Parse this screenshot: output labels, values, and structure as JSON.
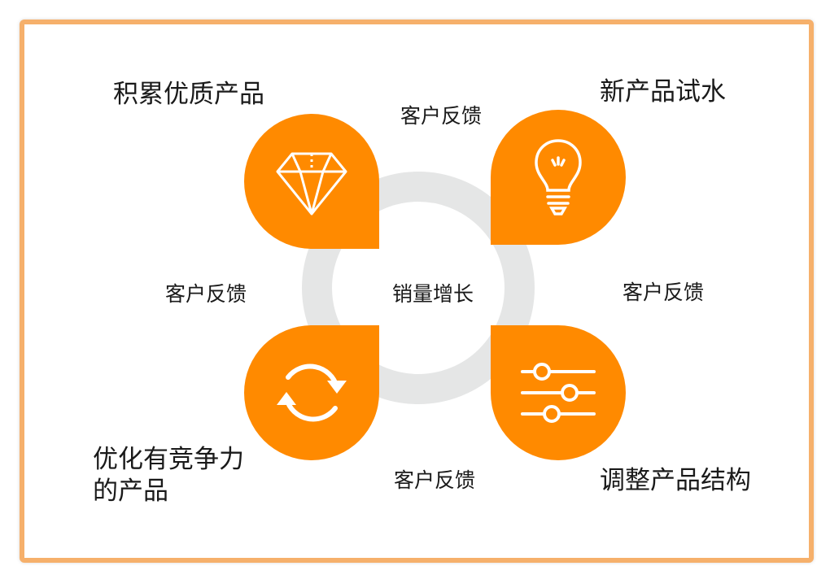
{
  "center_label": "销量增长",
  "feedback_label": "客户反馈",
  "stages": {
    "top_left": "积累优质产品",
    "top_right": "新产品试水",
    "bottom_left_line1": "优化有竞争力",
    "bottom_left_line2": "的产品",
    "bottom_right": "调整产品结构"
  },
  "icons": {
    "top_left": "diamond-icon",
    "top_right": "lightbulb-icon",
    "bottom_left": "refresh-cycle-icon",
    "bottom_right": "sliders-icon"
  },
  "colors": {
    "accent": "#ff8a00",
    "ring": "#e5e6e6",
    "border": "#f6b06b",
    "text": "#1a1a1a"
  }
}
